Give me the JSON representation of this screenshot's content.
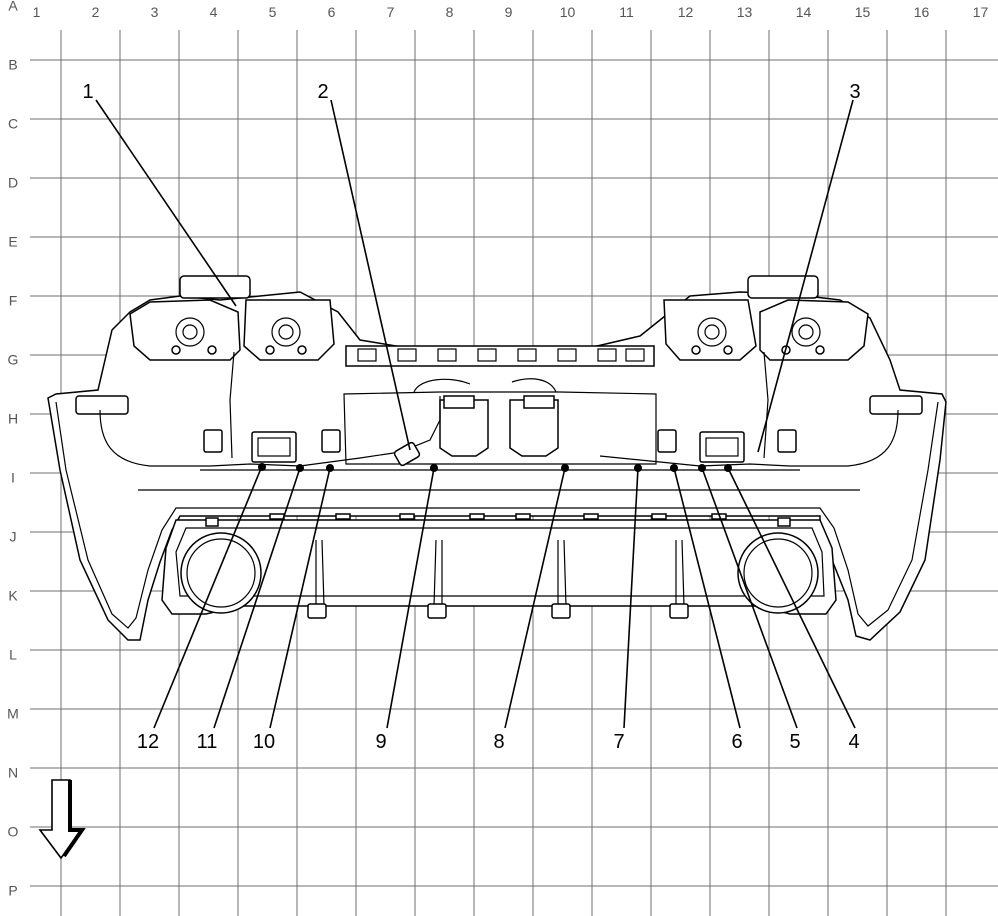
{
  "grid": {
    "columns": [
      "1",
      "2",
      "3",
      "4",
      "5",
      "6",
      "7",
      "8",
      "9",
      "10",
      "11",
      "12",
      "13",
      "14",
      "15",
      "16",
      "17"
    ],
    "rows": [
      "A",
      "B",
      "C",
      "D",
      "E",
      "F",
      "G",
      "H",
      "I",
      "J",
      "K",
      "L",
      "M",
      "N",
      "O",
      "P"
    ]
  },
  "callouts": {
    "top": [
      "1",
      "2",
      "3"
    ],
    "bottom": [
      "12",
      "11",
      "10",
      "9",
      "8",
      "7",
      "6",
      "5",
      "4"
    ]
  },
  "icons": {
    "view_direction": "arrow-down-icon"
  },
  "colors": {
    "line": "#000000",
    "grid": "#6f6f6f",
    "background": "#ffffff"
  }
}
